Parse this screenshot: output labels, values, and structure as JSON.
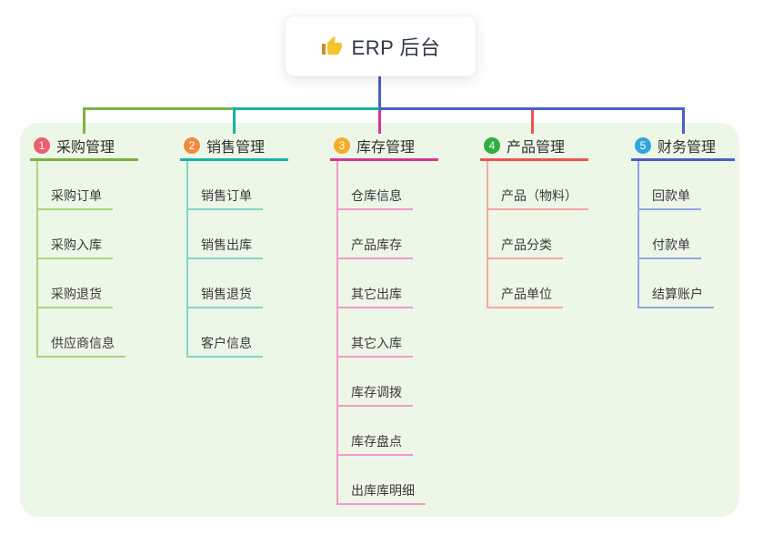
{
  "root": {
    "title": "ERP 后台",
    "icon": "thumbs-up-icon"
  },
  "panel": {
    "background": "#edf7e7"
  },
  "colors": {
    "root_connector": "#4a5fc4",
    "branch_1_main": "#7cb342",
    "branch_1_light": "#aad47f",
    "branch_1_badge": "#ec5f6d",
    "branch_2_main": "#16b3a6",
    "branch_2_light": "#82d5cb",
    "branch_2_badge": "#f08b3e",
    "branch_3_main": "#d6368f",
    "branch_3_light": "#f29ac8",
    "branch_3_badge": "#f5ad27",
    "branch_4_main": "#ef5350",
    "branch_4_light": "#f8a6a4",
    "branch_4_badge": "#31ad43",
    "branch_5_main": "#4a5fc4",
    "branch_5_light": "#92a4e2",
    "branch_5_badge": "#2fa7da"
  },
  "branches": [
    {
      "num": "1",
      "title": "采购管理",
      "items": [
        {
          "label": "采购订单"
        },
        {
          "label": "采购入库"
        },
        {
          "label": "采购退货"
        },
        {
          "label": "供应商信息"
        }
      ]
    },
    {
      "num": "2",
      "title": "销售管理",
      "items": [
        {
          "label": "销售订单"
        },
        {
          "label": "销售出库"
        },
        {
          "label": "销售退货"
        },
        {
          "label": "客户信息"
        }
      ]
    },
    {
      "num": "3",
      "title": "库存管理",
      "items": [
        {
          "label": "仓库信息"
        },
        {
          "label": "产品库存"
        },
        {
          "label": "其它出库"
        },
        {
          "label": "其它入库"
        },
        {
          "label": "库存调拨"
        },
        {
          "label": "库存盘点"
        },
        {
          "label": "出库库明细"
        }
      ]
    },
    {
      "num": "4",
      "title": "产品管理",
      "items": [
        {
          "label": "产品（物料）"
        },
        {
          "label": "产品分类"
        },
        {
          "label": "产品单位"
        }
      ]
    },
    {
      "num": "5",
      "title": "财务管理",
      "items": [
        {
          "label": "回款单"
        },
        {
          "label": "付款单"
        },
        {
          "label": "结算账户"
        }
      ]
    }
  ]
}
